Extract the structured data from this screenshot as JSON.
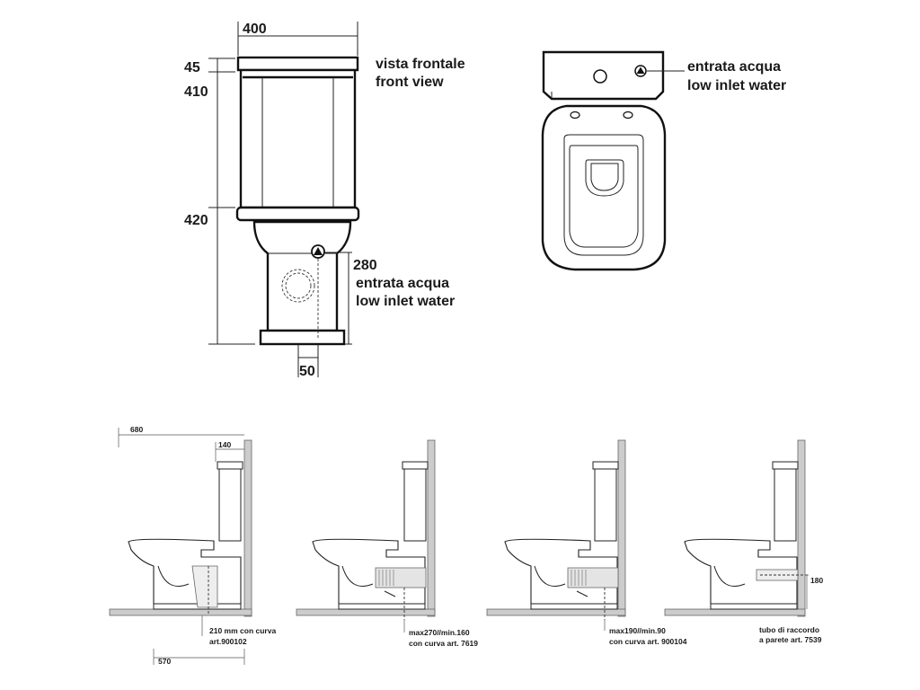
{
  "front_view": {
    "width_dim": "400",
    "lid_dim": "45",
    "tank_dim": "410",
    "bowl_dim": "420",
    "inlet_dim": "280",
    "outlet_dim": "50",
    "label_it": "vista frontale",
    "label_en": "front view",
    "inlet_it": "entrata acqua",
    "inlet_en": "low inlet water"
  },
  "top_view": {
    "inlet_it": "entrata acqua",
    "inlet_en": "low inlet water"
  },
  "side_views": {
    "total_dim": "680",
    "tank_depth_dim": "140",
    "floor_dim": "570",
    "v1_line1": "210 mm con curva",
    "v1_line2": "art.900102",
    "v2_line1": "max270//min.160",
    "v2_line2": "con curva art. 7619",
    "v3_line1": "max190//min.90",
    "v3_line2": "con curva art. 900104",
    "v4_line1": "tubo di raccordo",
    "v4_line2": "a parete art. 7539",
    "v4_height_dim": "180"
  }
}
